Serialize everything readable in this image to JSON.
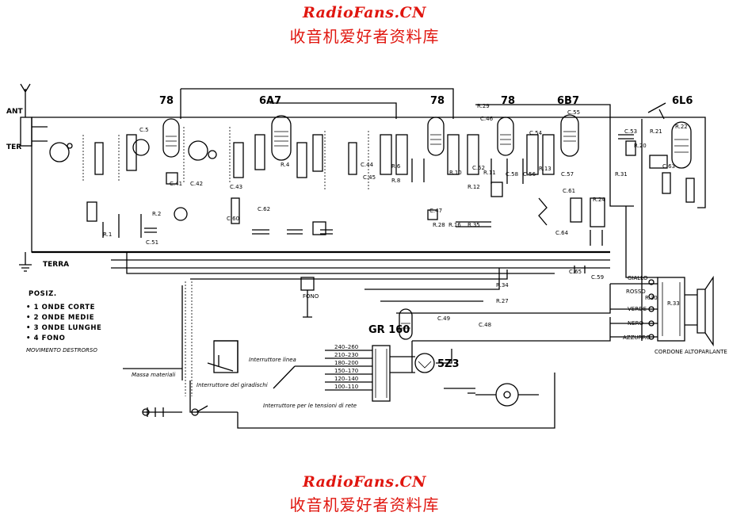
{
  "watermark": {
    "top_en": "RadioFans.CN",
    "top_cn": "收音机爱好者资料库",
    "bottom_en": "RadioFans.CN",
    "bottom_cn": "收音机爱好者资料库"
  },
  "tubes": [
    "78",
    "6A7",
    "78",
    "78",
    "6B7",
    "6L6",
    "GR 160",
    "5Z3"
  ],
  "antenna": {
    "ant": "ANT",
    "ter": "TER"
  },
  "ground_label": "TERRA",
  "legend": {
    "title": "POSIZ.",
    "items": [
      "• 1  ONDE  CORTE",
      "• 2  ONDE  MEDIE",
      "• 3  ONDE  LUNGHE",
      "• 4  FONO"
    ],
    "note": "MOVIMENTO  DESTRORSO"
  },
  "annotations": {
    "fono": "FONO",
    "massa": "Massa\nmateriali",
    "interruttore_giradischi": "Interruttore del\ngiradischi",
    "interruttore_linea": "Interruttore\nlinea",
    "interruttore_tensioni": "Interruttore per le tensioni\ndi rete",
    "cordone": "CORDONE ALTOPARLANTE",
    "giallo": "GIALLO",
    "rosso": "ROSSO",
    "verde": "VERDE",
    "nero": "NERO",
    "azzurro": "AZZURRO"
  },
  "voltage_taps": [
    "240–260",
    "210–230",
    "180–200",
    "150–170",
    "120–140",
    "100–110"
  ],
  "component_labels": [
    "C.5",
    "C.41",
    "C.42",
    "C.43",
    "C.44",
    "C.45",
    "C.46",
    "C.47",
    "C.48",
    "C.49",
    "C.51",
    "C.52",
    "C.53",
    "C.54",
    "C.55",
    "C.56",
    "C.57",
    "C.58",
    "C.59",
    "C.60",
    "C.61",
    "C.62",
    "C.63",
    "C.64",
    "C.65",
    "R.1",
    "R.2",
    "R.4",
    "R.6",
    "R.8",
    "R.10",
    "R.11",
    "R.12",
    "R.13",
    "R.16",
    "R.20",
    "R.21",
    "R.22",
    "R.24",
    "R.27",
    "R.28",
    "R.29",
    "R.30",
    "R.31",
    "R.33",
    "R.34",
    "R.35"
  ]
}
